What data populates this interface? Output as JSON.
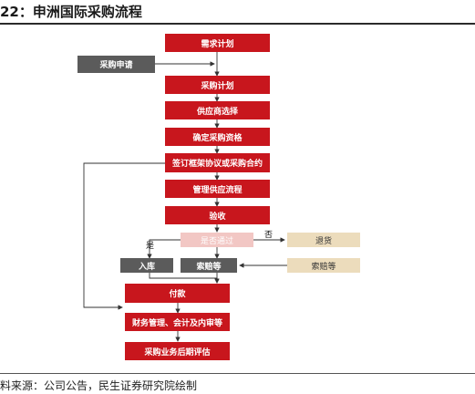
{
  "title": "22：申洲国际采购流程",
  "source": "料来源：公司公告，民生证券研究院绘制",
  "nodes": {
    "demand_plan": "需求计划",
    "purchase_request": "采购申请",
    "purchase_plan": "采购计划",
    "supplier_selection": "供应商选择",
    "qualification": "确定采购资格",
    "framework_agreement": "签订框架协议或采购合约",
    "supplier_management": "管理供应流程",
    "inspection": "验收",
    "pass_check": "是否通过",
    "return_goods": "退货",
    "warehousing": "入库",
    "claim_left": "索赔等",
    "claim_right": "索赔等",
    "payment": "付款",
    "finance": "财务管理、会计及内审等",
    "evaluation": "采购业务后期评估"
  },
  "edge_labels": {
    "yes": "是",
    "no": "否"
  },
  "colors": {
    "main": "#c8161d",
    "side": "#5b5b5b",
    "decision": "#f2c7c4",
    "external": "#ecdcbc"
  }
}
